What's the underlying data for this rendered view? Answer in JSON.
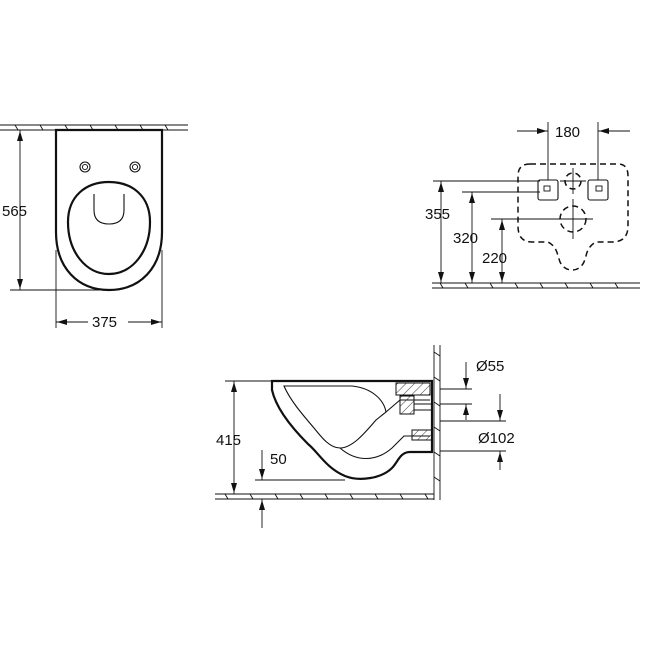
{
  "front_view": {
    "width_label": "375",
    "height_label": "565"
  },
  "rear_view": {
    "fixing_spacing_label": "180",
    "height_355_label": "355",
    "height_320_label": "320",
    "height_220_label": "220"
  },
  "side_view": {
    "inlet_diameter_label": "Ø55",
    "outlet_diameter_label": "Ø102",
    "height_415_label": "415",
    "depth_50_label": "50"
  }
}
